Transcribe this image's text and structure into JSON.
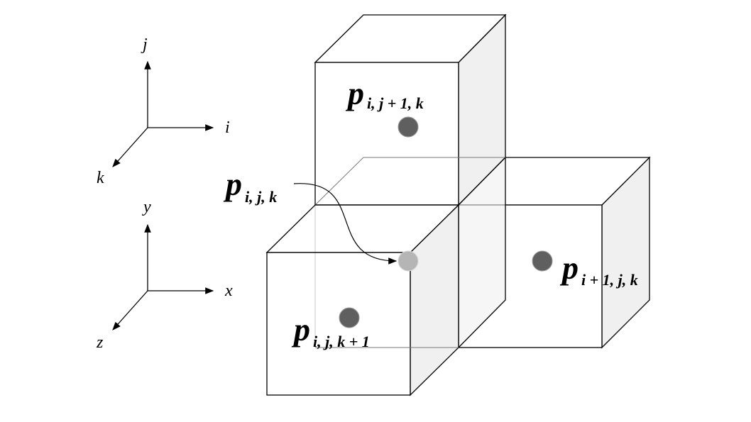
{
  "axes_top": {
    "vertical": "j",
    "horizontal": "i",
    "depth": "k"
  },
  "axes_bottom": {
    "vertical": "y",
    "horizontal": "x",
    "depth": "z"
  },
  "points": {
    "top": {
      "base": "p",
      "sub": "i, j + 1, k"
    },
    "center": {
      "base": "p",
      "sub": "i, j, k"
    },
    "right": {
      "base": "p",
      "sub": "i + 1, j, k"
    },
    "front": {
      "base": "p",
      "sub": "i, j, k + 1"
    }
  },
  "colors": {
    "dot": "#5f5f5f",
    "dot_center": "#b5b5b5",
    "side_face": "#f0f0f0",
    "line": "#000000"
  }
}
